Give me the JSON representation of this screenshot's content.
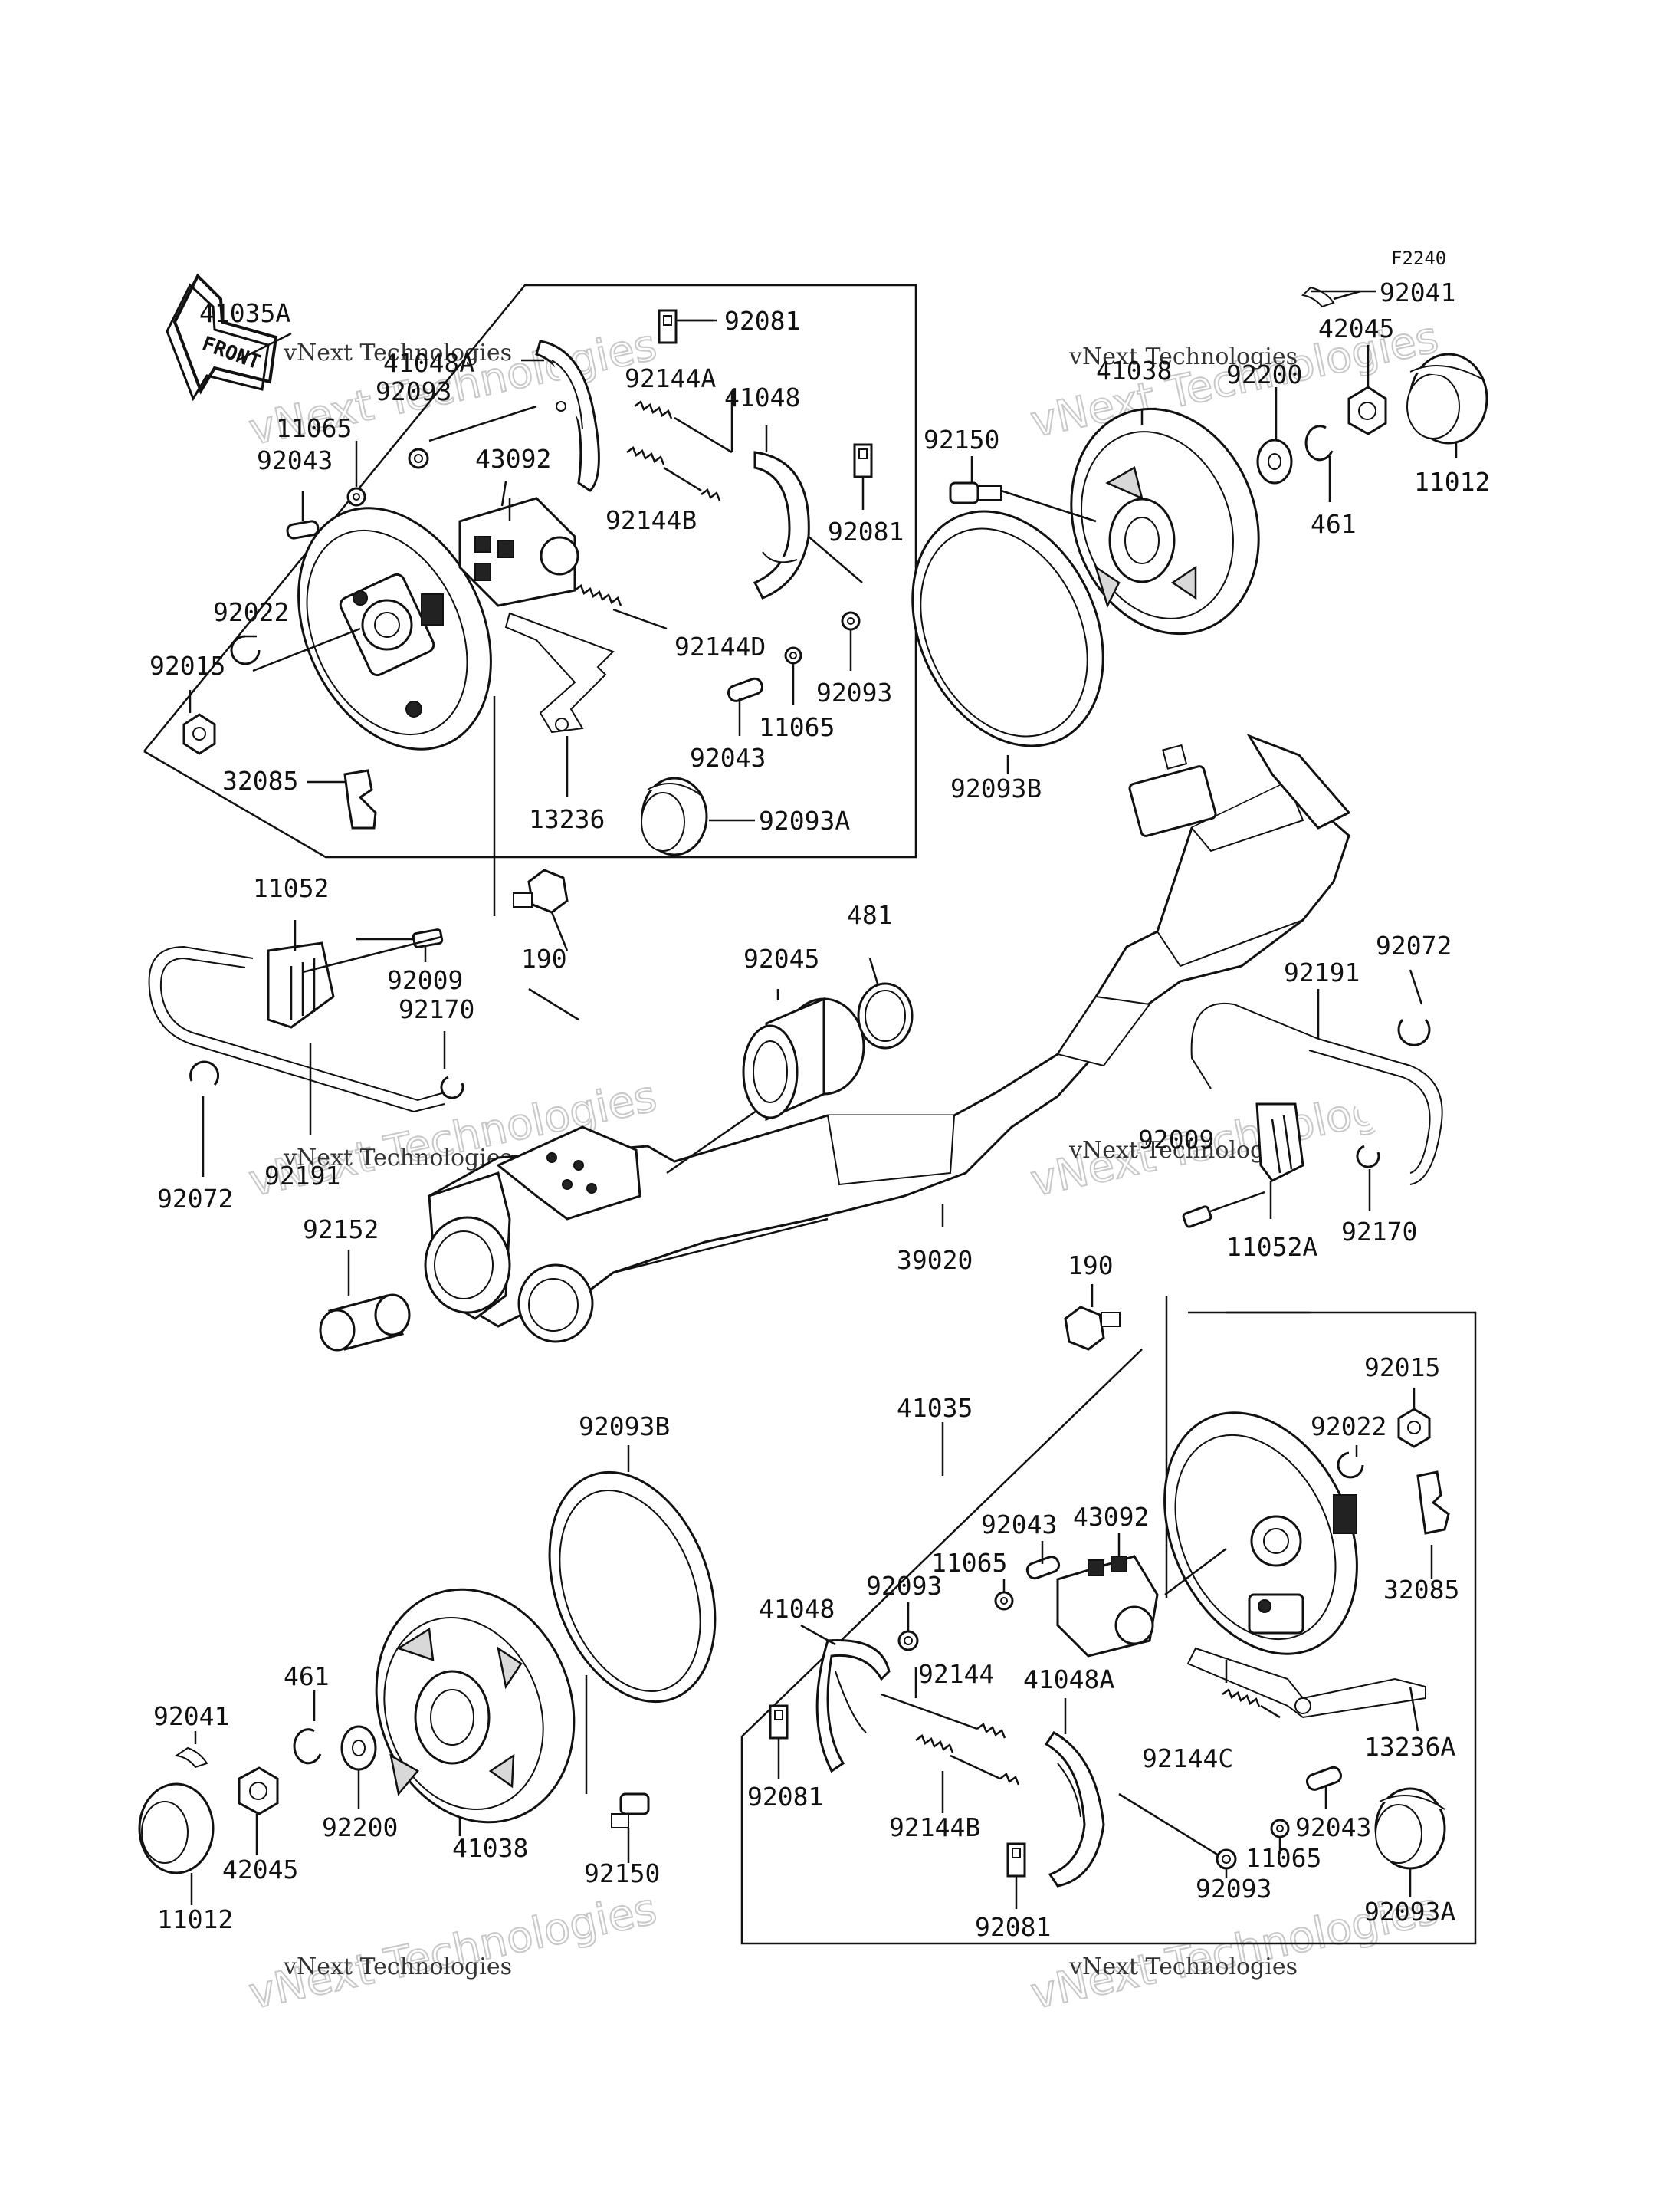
{
  "figure_code": "F2240",
  "front_marker": "FRONT",
  "watermarks": {
    "small": "vNext Technologies",
    "large": "vNext Technologies"
  },
  "labels": {
    "l41035A": "41035A",
    "l41048A_top": "41048A",
    "l92093_top1": "92093",
    "l11065_top": "11065",
    "l92043_top": "92043",
    "l43092_top": "43092",
    "l92022_left": "92022",
    "l92015_left": "92015",
    "l32085_left": "32085",
    "l92081_top1": "92081",
    "l92144A": "92144A",
    "l41048_top": "41048",
    "l92144B_top": "92144B",
    "l92081_top2": "92081",
    "l92144D": "92144D",
    "l92093_top2": "92093",
    "l11065_mid": "11065",
    "l92043_mid": "92043",
    "l13236": "13236",
    "l92093A_top": "92093A",
    "l92041_top": "92041",
    "l42045_top": "42045",
    "l41038_top": "41038",
    "l92200_top": "92200",
    "l92150_top": "92150",
    "l11012_top": "11012",
    "l461_top": "461",
    "l92093B_top": "92093B",
    "l11052": "11052",
    "l92009_left": "92009",
    "l190_top": "190",
    "l92170_left": "92170",
    "l92045": "92045",
    "l481": "481",
    "l92072_right": "92072",
    "l92191_right": "92191",
    "l92072_left": "92072",
    "l92191_left": "92191",
    "l92152": "92152",
    "l39020": "39020",
    "l92009_right": "92009",
    "l11052A": "11052A",
    "l92170_right": "92170",
    "l190_bottom": "190",
    "l92015_right": "92015",
    "l92022_right": "92022",
    "l92093B_bottom": "92093B",
    "l41035": "41035",
    "l43092_bottom": "43092",
    "l92043_bottom1": "92043",
    "l11065_bottom1": "11065",
    "l92093_bottom1": "92093",
    "l41048_bottom": "41048",
    "l32085_right": "32085",
    "l92144": "92144",
    "l41048A_bottom": "41048A",
    "l92144C": "92144C",
    "l13236A": "13236A",
    "l92041_bottom": "92041",
    "l461_bottom": "461",
    "l92081_bottom1": "92081",
    "l92144B_bottom": "92144B",
    "l92043_bottom2": "92043",
    "l11065_bottom2": "11065",
    "l92200_bottom": "92200",
    "l41038_bottom": "41038",
    "l92150_bottom": "92150",
    "l42045_bottom": "42045",
    "l92093_bottom2": "92093",
    "l92093A_bottom": "92093A",
    "l11012_bottom": "11012",
    "l92081_bottom2": "92081"
  }
}
